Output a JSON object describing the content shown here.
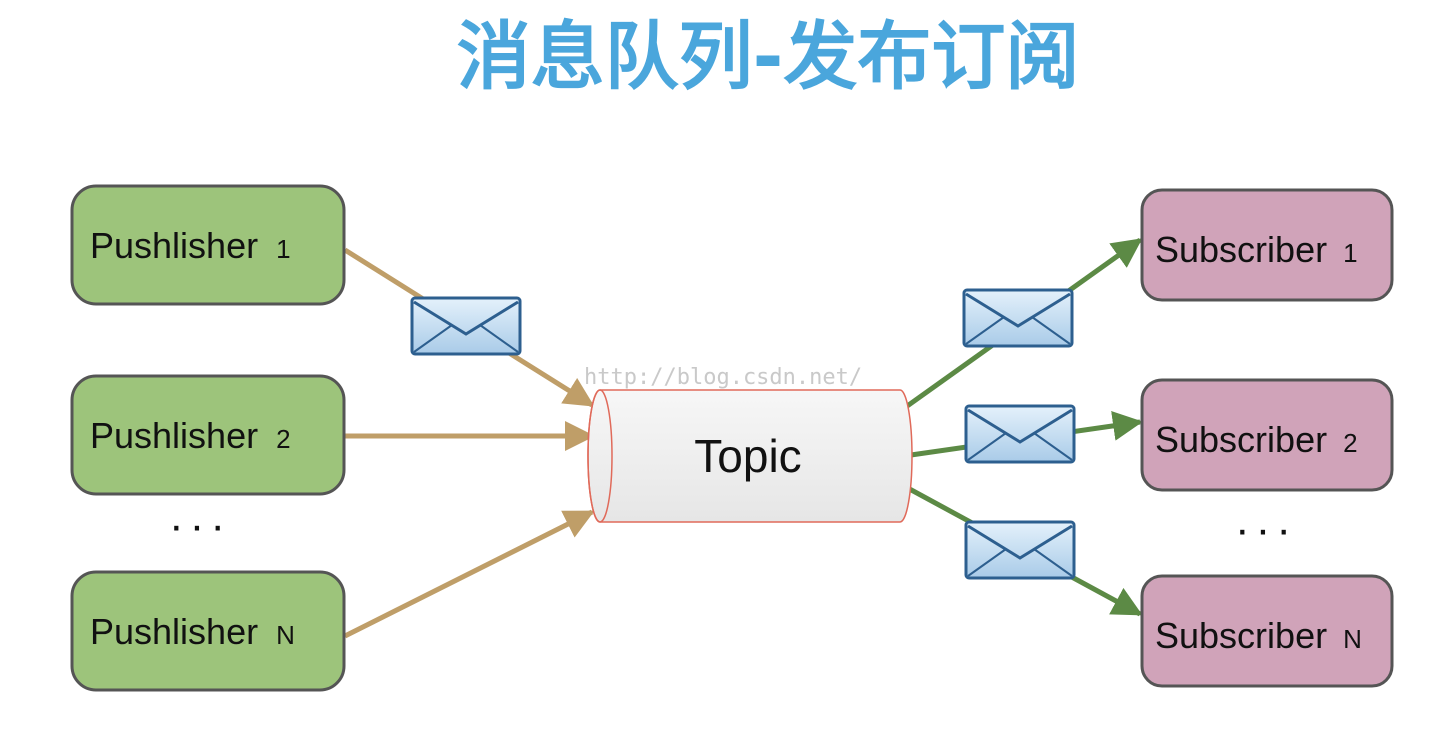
{
  "title": "消息队列-发布订阅",
  "watermark": "http://blog.csdn.net/",
  "topic": {
    "label": "Topic"
  },
  "publishers": [
    {
      "label": "Pushlisher",
      "suffix": "1"
    },
    {
      "label": "Pushlisher",
      "suffix": "2"
    },
    {
      "label": "Pushlisher",
      "suffix": "N"
    }
  ],
  "subscribers": [
    {
      "label": "Subscriber",
      "suffix": "1"
    },
    {
      "label": "Subscriber",
      "suffix": "2"
    },
    {
      "label": "Subscriber",
      "suffix": "N"
    }
  ],
  "ellipsis": "···",
  "colors": {
    "title": "#4aa6dc",
    "publisher_fill": "#9dc47b",
    "publisher_stroke": "#555555",
    "subscriber_fill": "#d0a3b9",
    "subscriber_stroke": "#555555",
    "publisher_arrow": "#bf9e68",
    "subscriber_arrow": "#5c8a45",
    "topic_fill": "#eeeeee",
    "topic_stroke": "#e06a5a",
    "envelope_fill": "#c7e1f5",
    "envelope_stroke": "#2d5f8f"
  },
  "icons": {
    "message": "envelope-icon"
  }
}
